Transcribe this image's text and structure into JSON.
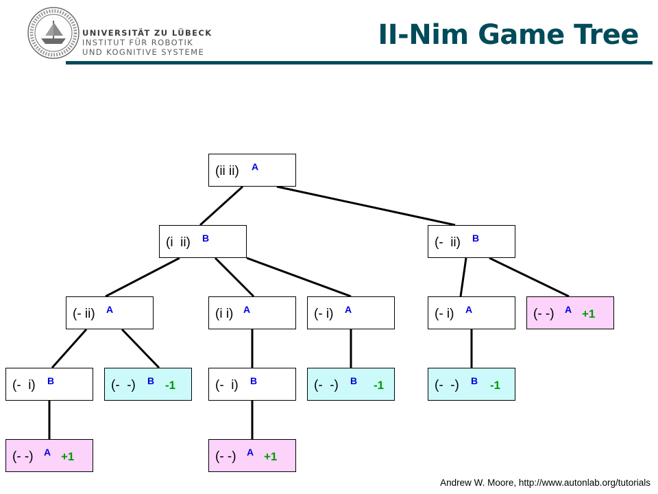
{
  "logo": {
    "icon": "university-seal-icon",
    "line1": "UNIVERSITÄT ZU LÜBECK",
    "line2": "INSTITUT FÜR ROBOTIK",
    "line3": "UND KOGNITIVE SYSTEME"
  },
  "title": "II-Nim Game Tree",
  "colors": {
    "title": "#004b5a",
    "player": "#0000dd",
    "value": "#009900",
    "win": "#fbd3fb",
    "loss": "#ccfafa"
  },
  "nodes": [
    {
      "id": "n0",
      "state": "(ii ii)",
      "player": "A",
      "value": "",
      "fill": "white"
    },
    {
      "id": "n1",
      "state": "(i  ii)",
      "player": "B",
      "value": "",
      "fill": "white"
    },
    {
      "id": "n2",
      "state": "(-  ii)",
      "player": "B",
      "value": "",
      "fill": "white"
    },
    {
      "id": "n3",
      "state": "(- ii)",
      "player": "A",
      "value": "",
      "fill": "white"
    },
    {
      "id": "n4",
      "state": "(i i)",
      "player": "A",
      "value": "",
      "fill": "white"
    },
    {
      "id": "n5",
      "state": "(- i)",
      "player": "A",
      "value": "",
      "fill": "white"
    },
    {
      "id": "n6",
      "state": "(- i)",
      "player": "A",
      "value": "",
      "fill": "white"
    },
    {
      "id": "n7",
      "state": "(- -)",
      "player": "A",
      "value": "+1",
      "fill": "pink"
    },
    {
      "id": "n8",
      "state": "(-  i)",
      "player": "B",
      "value": "",
      "fill": "white"
    },
    {
      "id": "n9",
      "state": "(-  -)",
      "player": "B",
      "value": "-1",
      "fill": "cyan"
    },
    {
      "id": "n10",
      "state": "(-  i)",
      "player": "B",
      "value": "",
      "fill": "white"
    },
    {
      "id": "n11",
      "state": "(-  -)",
      "player": "B",
      "value": "-1",
      "fill": "cyan"
    },
    {
      "id": "n12",
      "state": "(-  -)",
      "player": "B",
      "value": "-1",
      "fill": "cyan"
    },
    {
      "id": "n13",
      "state": "(- -)",
      "player": "A",
      "value": "+1",
      "fill": "pink"
    },
    {
      "id": "n14",
      "state": "(- -)",
      "player": "A",
      "value": "+1",
      "fill": "pink"
    }
  ],
  "edges": [
    [
      "n0",
      "n1"
    ],
    [
      "n0",
      "n2"
    ],
    [
      "n1",
      "n3"
    ],
    [
      "n1",
      "n4"
    ],
    [
      "n1",
      "n5"
    ],
    [
      "n2",
      "n6"
    ],
    [
      "n2",
      "n7"
    ],
    [
      "n3",
      "n8"
    ],
    [
      "n3",
      "n9"
    ],
    [
      "n4",
      "n10"
    ],
    [
      "n5",
      "n11"
    ],
    [
      "n6",
      "n12"
    ],
    [
      "n8",
      "n13"
    ],
    [
      "n10",
      "n14"
    ]
  ],
  "credit": "Andrew W. Moore, http://www.autonlab.org/tutorials"
}
